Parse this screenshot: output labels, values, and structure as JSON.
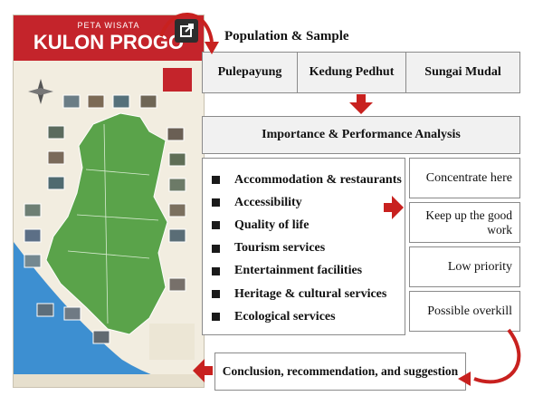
{
  "map": {
    "top_text": "PETA WISATA",
    "title": "KULON PROGO"
  },
  "population_label": "Population & Sample",
  "sites": [
    "Pulepayung",
    "Kedung Pedhut",
    "Sungai Mudal"
  ],
  "ipa_title": "Importance & Performance Analysis",
  "attributes": [
    "Accommodation & restaurants",
    "Accessibility",
    "Quality of life",
    "Tourism services",
    "Entertainment facilities",
    "Heritage & cultural services",
    "Ecological services"
  ],
  "quadrants": [
    "Concentrate here",
    "Keep up the good work",
    "Low priority",
    "Possible overkill"
  ],
  "conclusion": "Conclusion, recommendation, and suggestion",
  "colors": {
    "arrow_red": "#c8211f",
    "map_banner": "#c4242b",
    "map_land": "#5aa34a",
    "map_sea": "#3d8fd1",
    "box_grey": "#f1f1f1"
  }
}
